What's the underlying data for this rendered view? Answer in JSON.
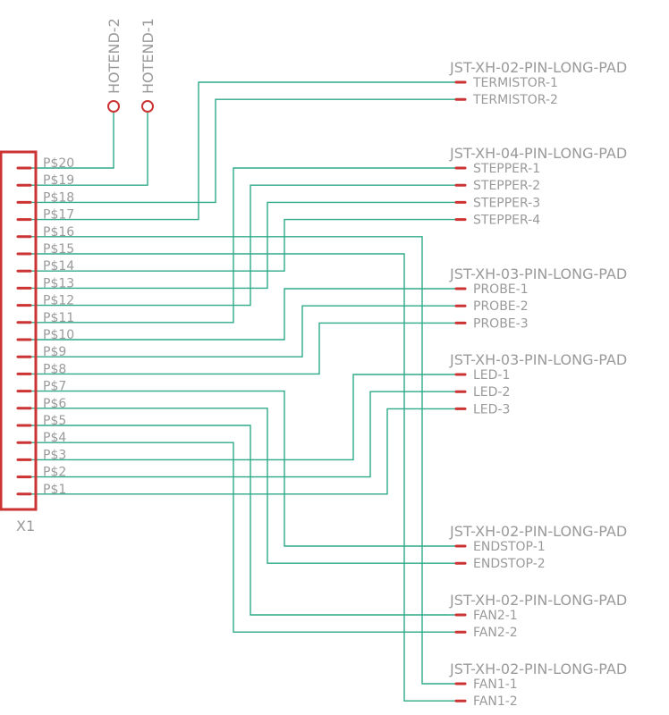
{
  "colors": {
    "wire": "#2eaa88",
    "part": "#cc3333",
    "text": "#9a9a9a"
  },
  "header": {
    "ref": "X1",
    "pins": [
      "P$20",
      "P$19",
      "P$18",
      "P$17",
      "P$16",
      "P$15",
      "P$14",
      "P$13",
      "P$12",
      "P$11",
      "P$10",
      "P$9",
      "P$8",
      "P$7",
      "P$6",
      "P$5",
      "P$4",
      "P$3",
      "P$2",
      "P$1"
    ]
  },
  "hotend_pads": [
    {
      "label": "HOTEND-2"
    },
    {
      "label": "HOTEND-1"
    }
  ],
  "connectors": [
    {
      "title": "JST-XH-02-PIN-LONG-PAD",
      "pins": [
        "TERMISTOR-1",
        "TERMISTOR-2"
      ]
    },
    {
      "title": "JST-XH-04-PIN-LONG-PAD",
      "pins": [
        "STEPPER-1",
        "STEPPER-2",
        "STEPPER-3",
        "STEPPER-4"
      ]
    },
    {
      "title": "JST-XH-03-PIN-LONG-PAD",
      "pins": [
        "PROBE-1",
        "PROBE-2",
        "PROBE-3"
      ]
    },
    {
      "title": "JST-XH-03-PIN-LONG-PAD",
      "pins": [
        "LED-1",
        "LED-2",
        "LED-3"
      ]
    },
    {
      "title": "JST-XH-02-PIN-LONG-PAD",
      "pins": [
        "ENDSTOP-1",
        "ENDSTOP-2"
      ]
    },
    {
      "title": "JST-XH-02-PIN-LONG-PAD",
      "pins": [
        "FAN2-1",
        "FAN2-2"
      ]
    },
    {
      "title": "JST-XH-02-PIN-LONG-PAD",
      "pins": [
        "FAN1-1",
        "FAN1-2"
      ]
    }
  ],
  "nets": [
    {
      "from": "P$20",
      "to": "HOTEND-2"
    },
    {
      "from": "P$19",
      "to": "HOTEND-1"
    },
    {
      "from": "P$17",
      "to": "TERMISTOR-1"
    },
    {
      "from": "P$18",
      "to": "TERMISTOR-2"
    },
    {
      "from": "P$11",
      "to": "STEPPER-1"
    },
    {
      "from": "P$12",
      "to": "STEPPER-2"
    },
    {
      "from": "P$13",
      "to": "STEPPER-3"
    },
    {
      "from": "P$14",
      "to": "STEPPER-4"
    },
    {
      "from": "P$10",
      "to": "PROBE-1"
    },
    {
      "from": "P$9",
      "to": "PROBE-2"
    },
    {
      "from": "P$8",
      "to": "PROBE-3"
    },
    {
      "from": "P$3",
      "to": "LED-1"
    },
    {
      "from": "P$2",
      "to": "LED-2"
    },
    {
      "from": "P$1",
      "to": "LED-3"
    },
    {
      "from": "P$7",
      "to": "ENDSTOP-1"
    },
    {
      "from": "P$6",
      "to": "ENDSTOP-2"
    },
    {
      "from": "P$5",
      "to": "FAN2-1"
    },
    {
      "from": "P$4",
      "to": "FAN2-2"
    },
    {
      "from": "P$16",
      "to": "FAN1-1"
    },
    {
      "from": "P$15",
      "to": "FAN1-2"
    }
  ]
}
